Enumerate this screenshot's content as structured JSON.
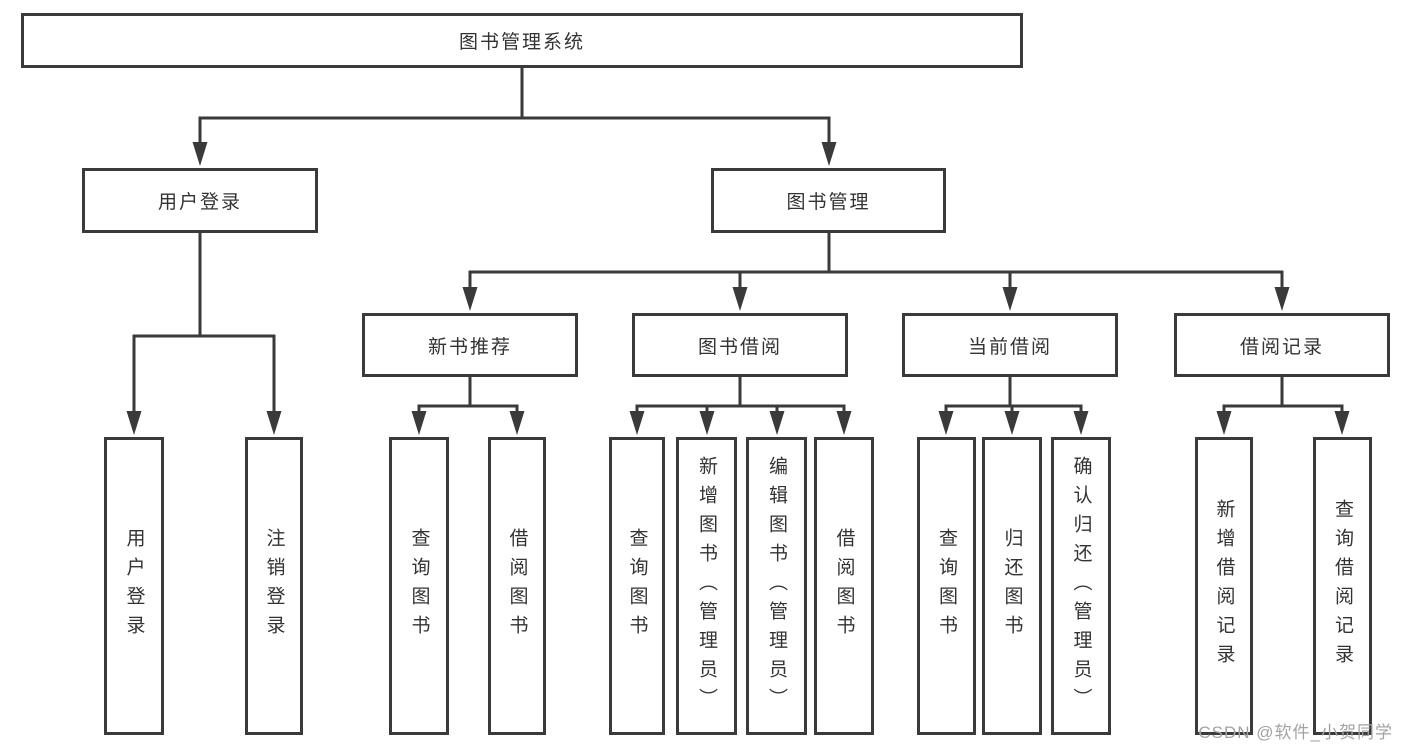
{
  "tree": {
    "label": "图书管理系统",
    "children": [
      {
        "label": "用户登录",
        "children": [
          {
            "label": "用户登录"
          },
          {
            "label": "注销登录"
          }
        ]
      },
      {
        "label": "图书管理",
        "children": [
          {
            "label": "新书推荐",
            "children": [
              {
                "label": "查询图书"
              },
              {
                "label": "借阅图书"
              }
            ]
          },
          {
            "label": "图书借阅",
            "children": [
              {
                "label": "查询图书"
              },
              {
                "label": "新增图书（管理员）"
              },
              {
                "label": "编辑图书（管理员）"
              },
              {
                "label": "借阅图书"
              }
            ]
          },
          {
            "label": "当前借阅",
            "children": [
              {
                "label": "查询图书"
              },
              {
                "label": "归还图书"
              },
              {
                "label": "确认归还（管理员）"
              }
            ]
          },
          {
            "label": "借阅记录",
            "children": [
              {
                "label": "新增借阅记录"
              },
              {
                "label": "查询借阅记录"
              }
            ]
          }
        ]
      }
    ]
  },
  "watermark": {
    "text": "CSDN @软件_小贺同学"
  },
  "colors": {
    "line": "#3a3a3a",
    "text": "#333333",
    "watermark": "#a3a3a3",
    "background": "#ffffff"
  }
}
